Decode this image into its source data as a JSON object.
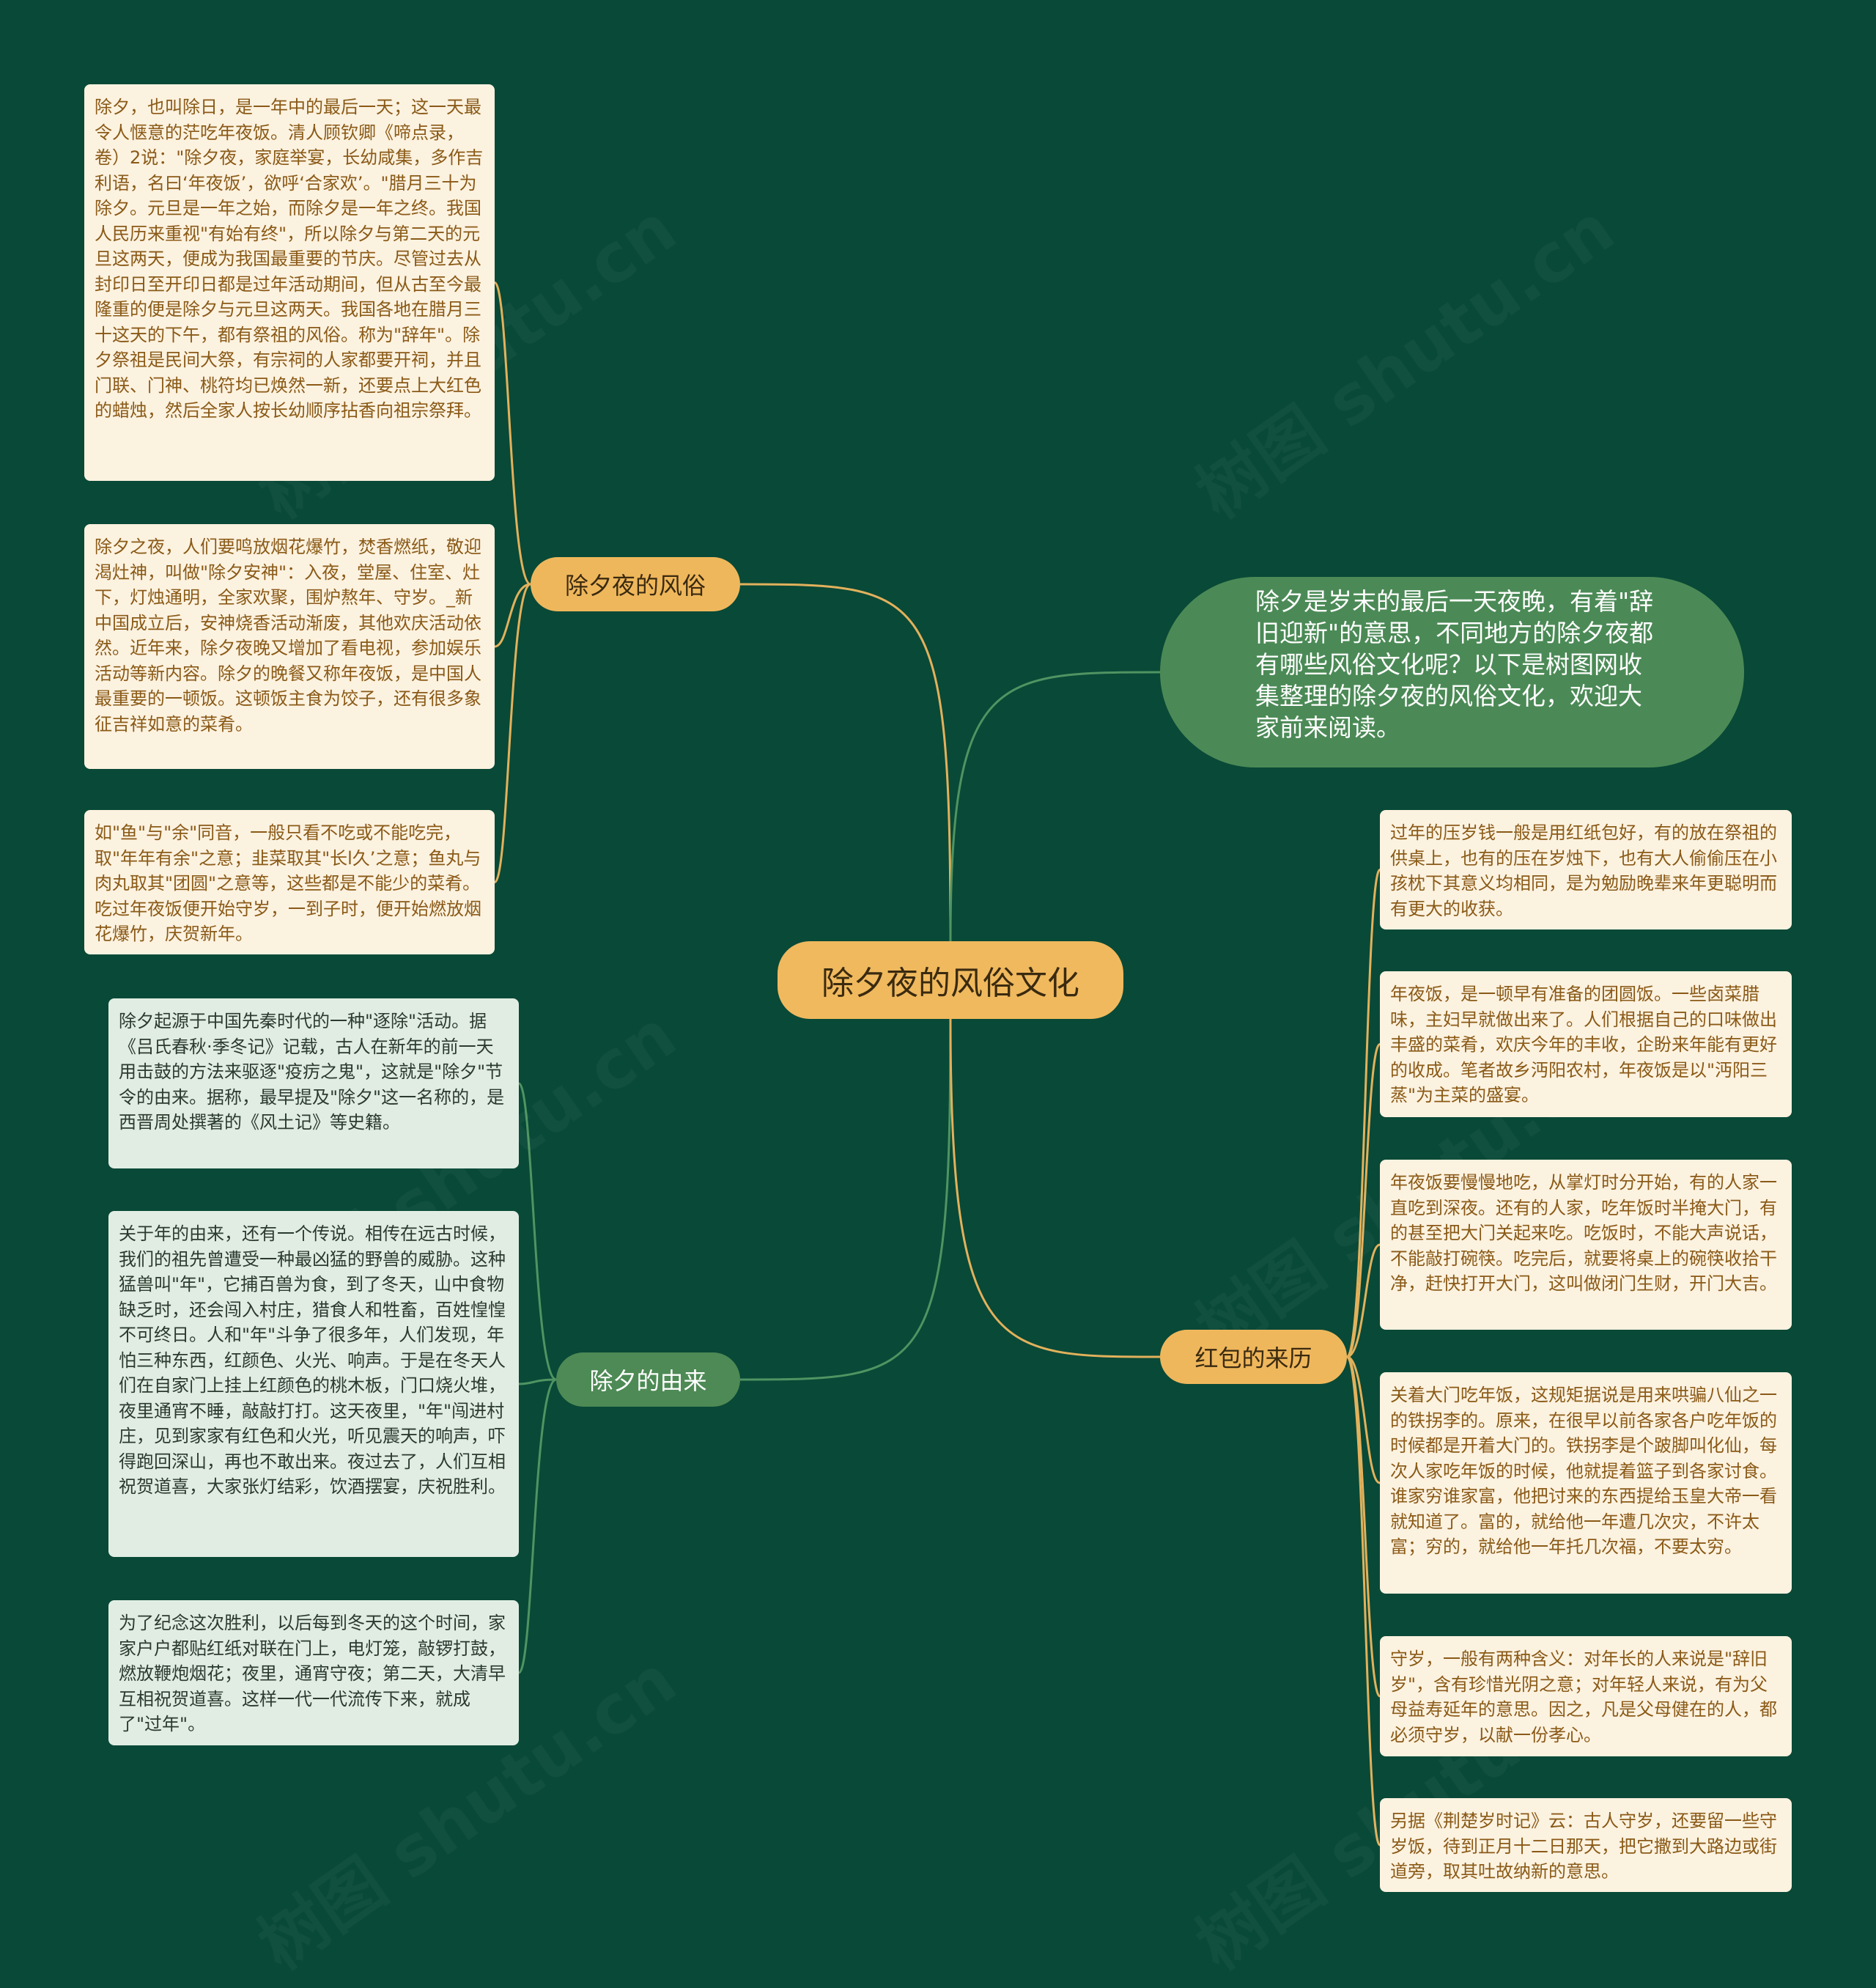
{
  "colors": {
    "background": "#094937",
    "root": "#f0b95e",
    "branch_yellow": "#efb75c",
    "branch_green": "#4d8a55",
    "leaf_yellow_bg": "#fcf2e0",
    "leaf_yellow_text": "#8a5a17",
    "leaf_green_bg": "#e1ede3",
    "link_yellow": "#e2b15c",
    "link_green": "#4f9462"
  },
  "root": {
    "label": "除夕夜的风俗文化"
  },
  "intro": {
    "text": "除夕是岁末的最后一天夜晚，有着\"辞旧迎新\"的意思，不同地方的除夕夜都有哪些风俗文化呢？以下是树图网收集整理的除夕夜的风俗文化，欢迎大家前来阅读。"
  },
  "branches": {
    "customs": {
      "label": "除夕夜的风俗",
      "leaves": [
        "除夕，也叫除日，是一年中的最后一天；这一天最令人惬意的茫吃年夜饭。清人顾钦卿《啼点录，卷）2说：\"除夕夜，家庭举宴，长幼咸集，多作吉利语，名曰‘年夜饭’，欲呼‘合家欢’。\"腊月三十为除夕。元旦是一年之始，而除夕是一年之终。我国人民历来重视\"有始有终\"，所以除夕与第二天的元旦这两天，便成为我国最重要的节庆。尽管过去从封印日至开印日都是过年活动期间，但从古至今最隆重的便是除夕与元旦这两天。我国各地在腊月三十这天的下午，都有祭祖的风俗。称为\"辞年\"。除夕祭祖是民间大祭，有宗祠的人家都要开祠，并且门联、门神、桃符均已焕然一新，还要点上大红色的蜡烛，然后全家人按长幼顺序拈香向祖宗祭拜。",
        "除夕之夜，人们要鸣放烟花爆竹，焚香燃纸，敬迎渴灶神，叫做\"除夕安神\"：入夜，堂屋、住室、灶下，灯烛通明，全家欢聚，围炉熬年、守岁。_新中国成立后，安神烧香活动渐废，其他欢庆活动依然。近年来，除夕夜晚又增加了看电视，参加娱乐活动等新内容。除夕的晚餐又称年夜饭，是中国人最重要的一顿饭。这顿饭主食为饺子，还有很多象征吉祥如意的菜肴。",
        "如\"鱼\"与\"余\"同音，一般只看不吃或不能吃完，取\"年年有余\"之意；韭菜取其\"长l久’之意；鱼丸与肉丸取其\"团圆\"之意等，这些都是不能少的菜肴。吃过年夜饭便开始守岁，一到子时，便开始燃放烟花爆竹，庆贺新年。"
      ]
    },
    "origin": {
      "label": "除夕的由来",
      "leaves": [
        "除夕起源于中国先秦时代的一种\"逐除\"活动。据《吕氏春秋·季冬记》记载，古人在新年的前一天用击鼓的方法来驱逐\"疫疠之鬼\"，这就是\"除夕\"节令的由来。据称，最早提及\"除夕\"这一名称的，是西晋周处撰著的《风土记》等史籍。",
        "关于年的由来，还有一个传说。相传在远古时候，我们的祖先曾遭受一种最凶猛的野兽的威胁。这种猛兽叫\"年\"，它捕百兽为食，到了冬天，山中食物缺乏时，还会闯入村庄，猎食人和牲畜，百姓惶惶不可终日。人和\"年\"斗争了很多年，人们发现，年怕三种东西，红颜色、火光、响声。于是在冬天人们在自家门上挂上红颜色的桃木板，门口烧火堆，夜里通宵不睡，敲敲打打。这天夜里，\"年\"闯进村庄，见到家家有红色和火光，听见震天的响声，吓得跑回深山，再也不敢出来。夜过去了，人们互相祝贺道喜，大家张灯结彩，饮酒摆宴，庆祝胜利。",
        "为了纪念这次胜利，以后每到冬天的这个时间，家家户户都贴红纸对联在门上，电灯笼，敲锣打鼓，燃放鞭炮烟花；夜里，通宵守夜；第二天，大清早互相祝贺道喜。这样一代一代流传下来，就成了\"过年\"。"
      ]
    },
    "redpacket": {
      "label": "红包的来历",
      "leaves": [
        "过年的压岁钱一般是用红纸包好，有的放在祭祖的供桌上，也有的压在岁烛下，也有大人偷偷压在小孩枕下其意义均相同，是为勉励晚辈来年更聪明而有更大的收获。",
        "年夜饭，是一顿早有准备的团圆饭。一些卤菜腊味，主妇早就做出来了。人们根据自己的口味做出丰盛的菜肴，欢庆今年的丰收，企盼来年能有更好的收成。笔者故乡沔阳农村，年夜饭是以\"沔阳三蒸\"为主菜的盛宴。",
        "年夜饭要慢慢地吃，从掌灯时分开始，有的人家一直吃到深夜。还有的人家，吃年饭时半掩大门，有的甚至把大门关起来吃。吃饭时，不能大声说话，不能敲打碗筷。吃完后，就要将桌上的碗筷收拾干净，赶快打开大门，这叫做闭门生财，开门大吉。",
        "关着大门吃年饭，这规矩据说是用来哄骗八仙之一的铁拐李的。原来，在很早以前各家各户吃年饭的时候都是开着大门的。铁拐李是个跛脚叫化仙，每次人家吃年饭的时候，他就提着篮子到各家讨食。谁家穷谁家富，他把讨来的东西提给玉皇大帝一看就知道了。富的，就给他一年遭几次灾，不许太富；穷的，就给他一年托几次福，不要太穷。",
        "守岁，一般有两种含义：对年长的人来说是\"辞旧岁\"，含有珍惜光阴之意；对年轻人来说，有为父母益寿延年的意思。因之，凡是父母健在的人，都必须守岁，以献一份孝心。",
        "另据《荆楚岁时记》云：古人守岁，还要留一些守岁饭，待到正月十二日那天，把它撒到大路边或街道旁，取其吐故纳新的意思。"
      ]
    }
  },
  "watermark": "树图 shutu.cn"
}
